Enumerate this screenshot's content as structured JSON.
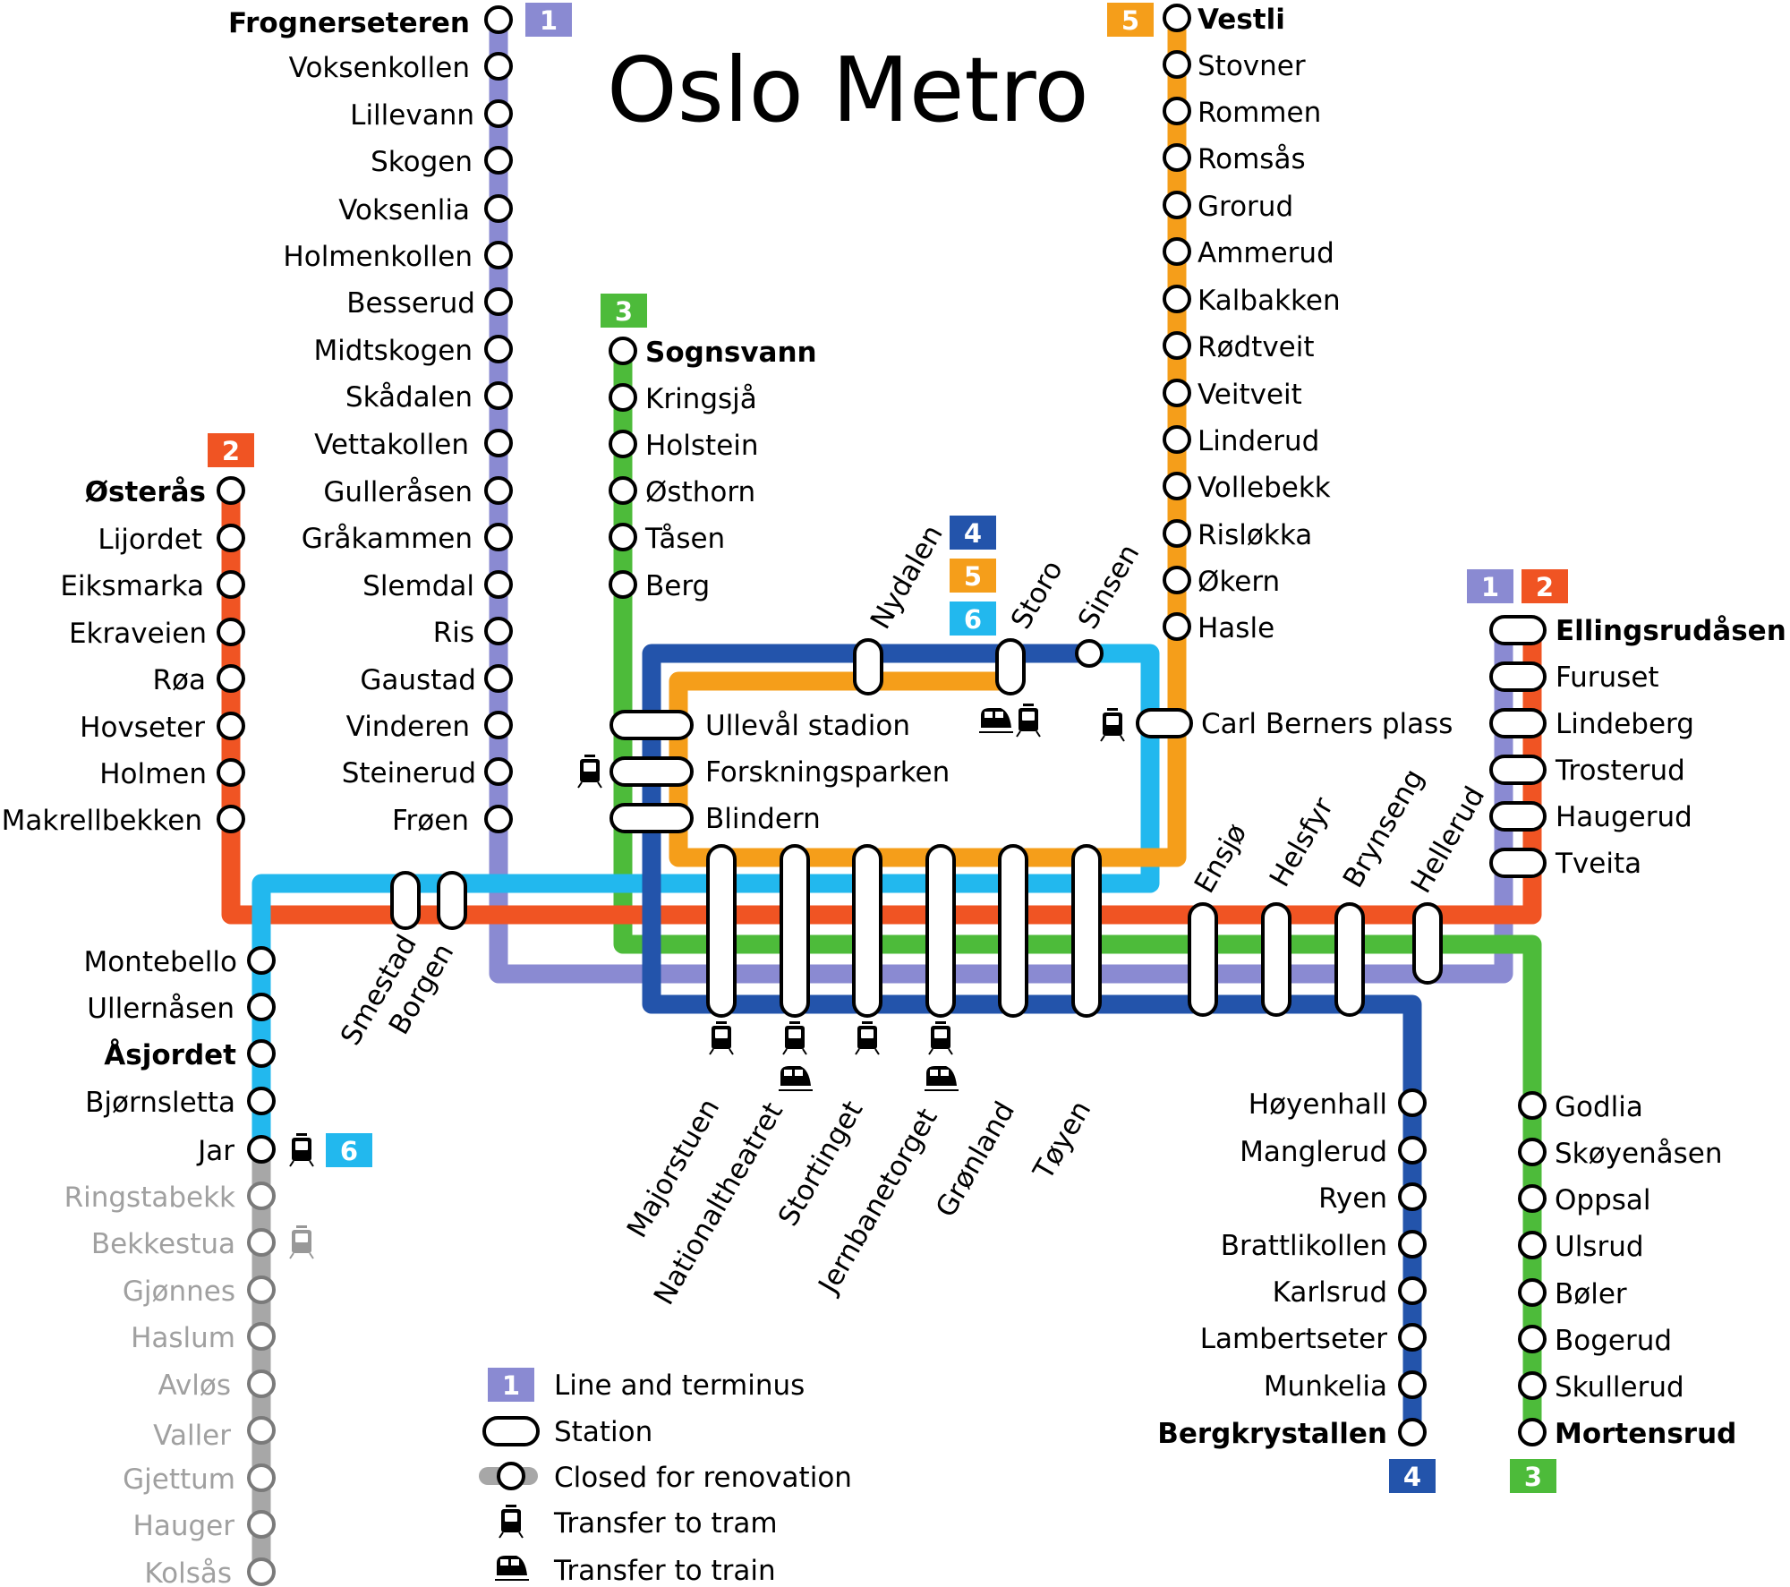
{
  "title": "Oslo Metro",
  "colors": {
    "line1": "#8a8ad2",
    "line2": "#f05423",
    "line3": "#4dbb3a",
    "line4": "#2354ab",
    "line5": "#f59e1a",
    "line6": "#22b8ee",
    "closed": "#a7a7a7"
  },
  "badges": {
    "l1_top": "1",
    "l5_top": "5",
    "l3_top": "3",
    "l2_top": "2",
    "l4_mid": "4",
    "l5_mid": "5",
    "l6_mid": "6",
    "l1_right": "1",
    "l2_right": "2",
    "l6_bottom": "6",
    "l4_bottom": "4",
    "l3_bottom": "3"
  },
  "line1_stations": [
    "Frognerseteren",
    "Voksenkollen",
    "Lillevann",
    "Skogen",
    "Voksenlia",
    "Holmenkollen",
    "Besserud",
    "Midtskogen",
    "Skådalen",
    "Vettakollen",
    "Gulleråsen",
    "Gråkammen",
    "Slemdal",
    "Ris",
    "Gaustad",
    "Vinderen",
    "Steinerud",
    "Frøen"
  ],
  "line5_stations": [
    "Vestli",
    "Stovner",
    "Rommen",
    "Romsås",
    "Grorud",
    "Ammerud",
    "Kalbakken",
    "Rødtveit",
    "Veitveit",
    "Linderud",
    "Vollebekk",
    "Risløkka",
    "Økern",
    "Hasle"
  ],
  "line3_stations": [
    "Sognsvann",
    "Kringsjå",
    "Holstein",
    "Østhorn",
    "Tåsen",
    "Berg"
  ],
  "line2_stations": [
    "Østerås",
    "Lijordet",
    "Eiksmarka",
    "Ekraveien",
    "Røa",
    "Hovseter",
    "Holmen",
    "Makrellbekken"
  ],
  "line6_stations": [
    "Montebello",
    "Ullernåsen",
    "Åsjordet",
    "Bjørnsletta",
    "Jar"
  ],
  "closed_stations": [
    "Ringstabekk",
    "Bekkestua",
    "Gjønnes",
    "Haslum",
    "Avløs",
    "Valler",
    "Gjettum",
    "Hauger",
    "Kolsås"
  ],
  "line4_stations": [
    "Høyenhall",
    "Manglerud",
    "Ryen",
    "Brattlikollen",
    "Karlsrud",
    "Lambertseter",
    "Munkelia",
    "Bergkrystallen"
  ],
  "line3_south_stations": [
    "Godlia",
    "Skøyenåsen",
    "Oppsal",
    "Ulsrud",
    "Bøler",
    "Bogerud",
    "Skullerud",
    "Mortensrud"
  ],
  "right_stations": [
    "Ellingsrudåsen",
    "Furuset",
    "Lindeberg",
    "Trosterud",
    "Haugerud",
    "Tveita"
  ],
  "ring_stations": [
    "Nydalen",
    "Storo",
    "Sinsen",
    "Carl Berners plass",
    "Ullevål stadion",
    "Forskningsparken",
    "Blindern"
  ],
  "west_shared": [
    "Smestad",
    "Borgen"
  ],
  "center_stations": [
    "Majorstuen",
    "Nationaltheatret",
    "Stortinget",
    "Jernbanetorget",
    "Grønland",
    "Tøyen"
  ],
  "east_shared": [
    "Ensjø",
    "Helsfyr",
    "Brynseng",
    "Hellerud"
  ],
  "legend": {
    "badge": "1",
    "line": "Line and terminus",
    "station": "Station",
    "closed": "Closed for renovation",
    "tram": "Transfer to tram",
    "train": "Transfer to train"
  }
}
